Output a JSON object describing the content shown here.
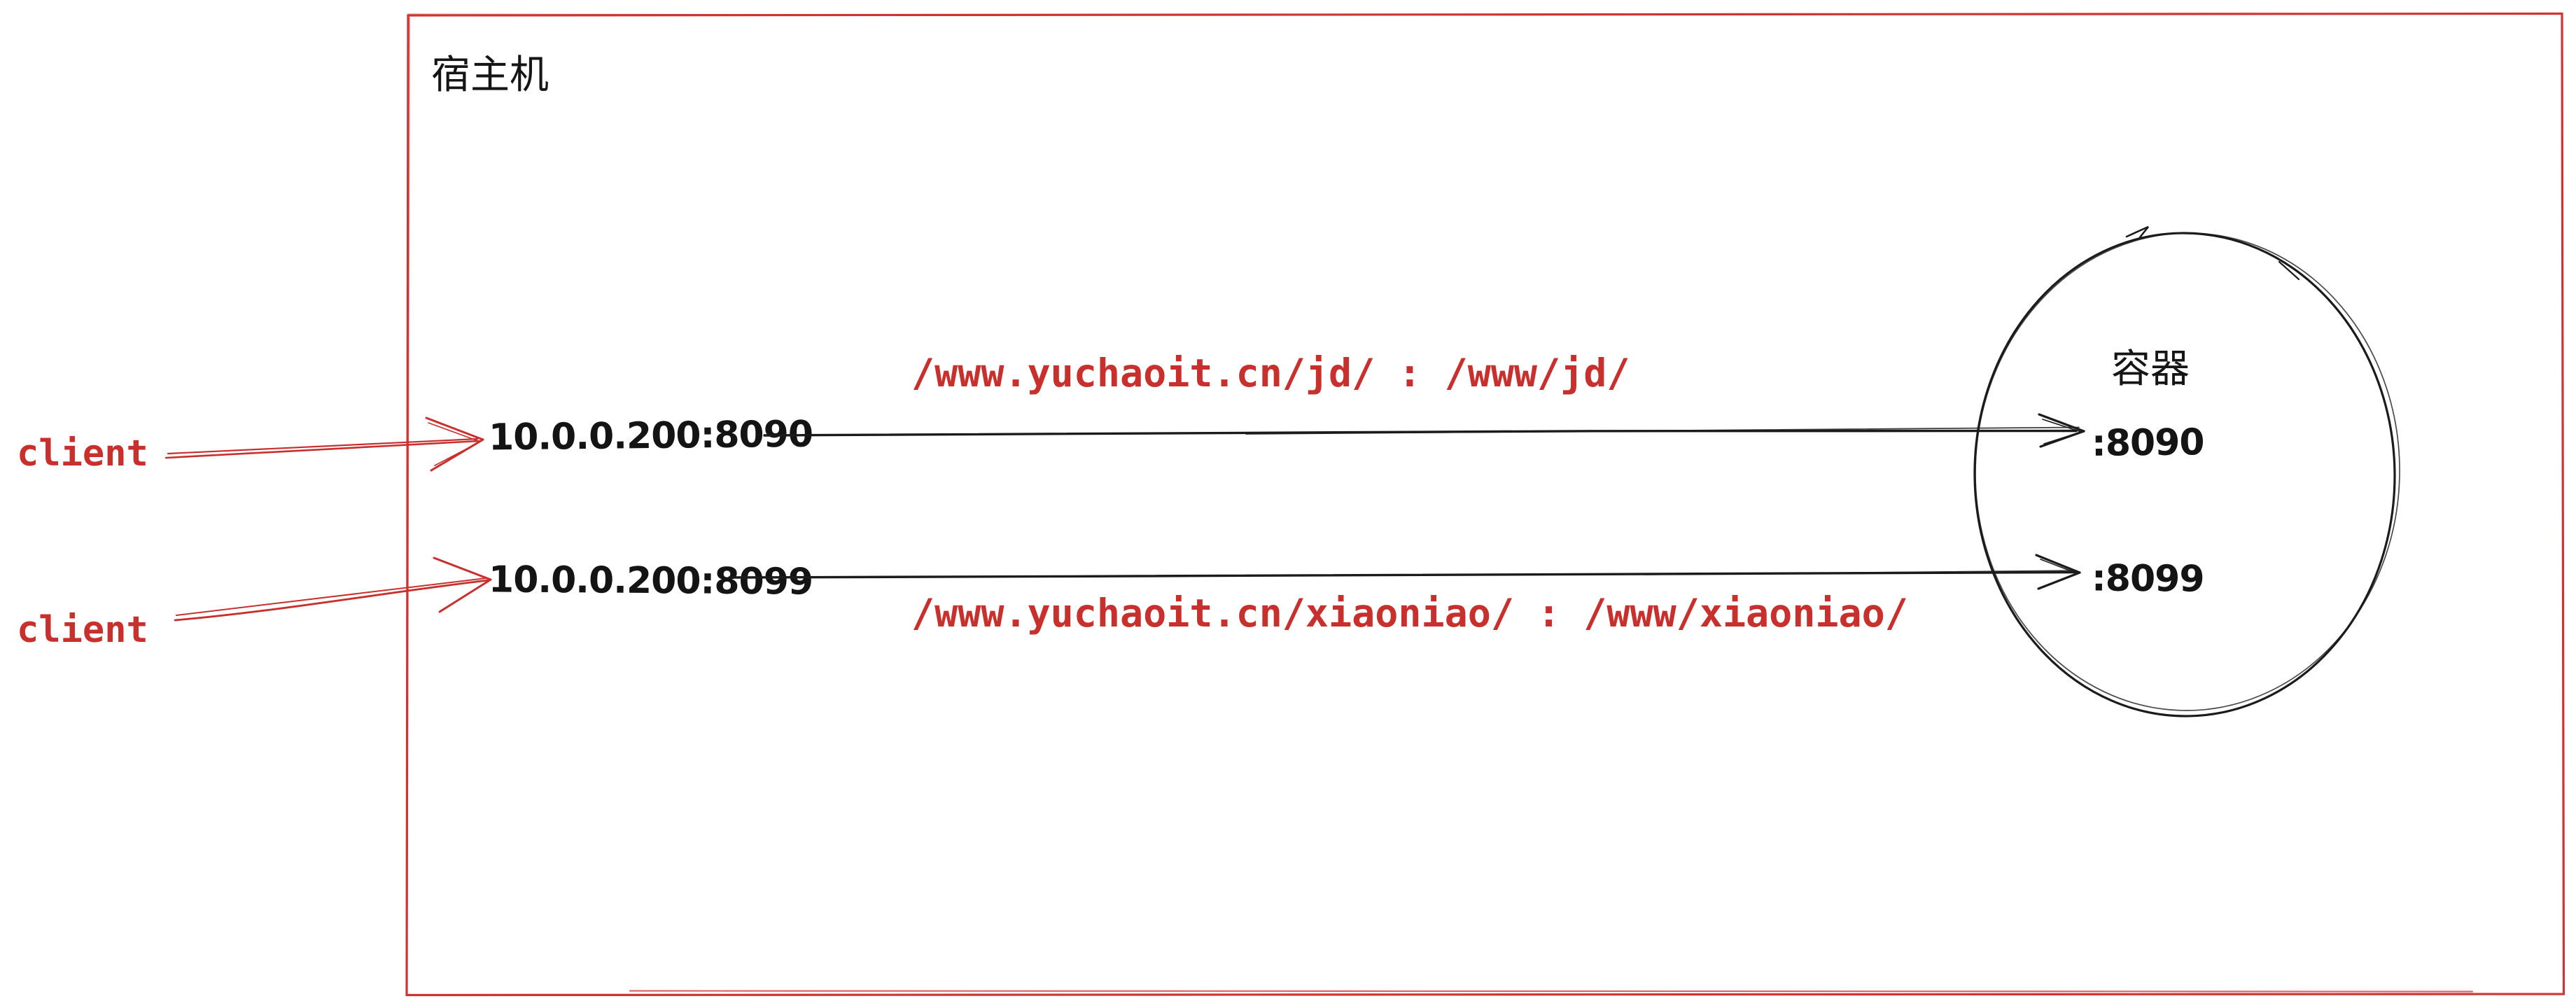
{
  "diagram": {
    "title_note": "docker port and volume mapping sketch",
    "host_box": {
      "label": "宿主机",
      "border_color": "#cd3434"
    },
    "container": {
      "label": "容器",
      "outline_color": "#1b1b1b"
    },
    "rows": [
      {
        "client_label": "client",
        "host_endpoint": "10.0.0.200:8090",
        "container_port": ":8090",
        "volume_mapping": "/www.yuchaoit.cn/jd/ : /www/jd/"
      },
      {
        "client_label": "client",
        "host_endpoint": "10.0.0.200:8099",
        "container_port": ":8099",
        "volume_mapping": "/www.yuchaoit.cn/xiaoniao/ : /www/xiaoniao/"
      }
    ],
    "colors": {
      "red_accent": "#c8302e",
      "box_red": "#cd3434",
      "ink_black": "#1b1b1b",
      "background": "#ffffff"
    }
  }
}
